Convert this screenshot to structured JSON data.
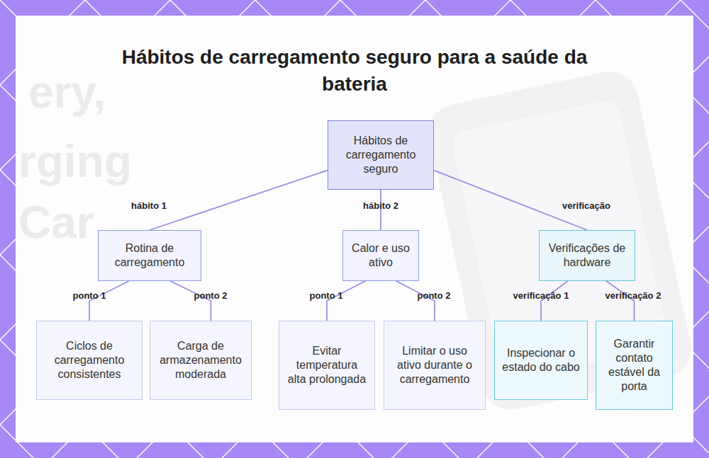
{
  "diagram": {
    "title": "Hábitos de carregamento seguro para a saúde da bateria",
    "nodes": [
      {
        "text": [
          "Hábitos de carregamento seguro"
        ]
      },
      {
        "text": [
          "Rotina de carregamento"
        ]
      },
      {
        "text": [
          "Calor e uso ativo"
        ]
      },
      {
        "text": [
          "Verificações de hardware"
        ]
      },
      {
        "text": [
          "Ciclos de carregamento consistentes"
        ]
      },
      {
        "text": [
          "Carga de armazenamento moderada"
        ]
      },
      {
        "text": [
          "Evitar temperatura alta prolongada"
        ]
      },
      {
        "text": [
          "Limitar o uso ativo durante o carregamento"
        ]
      },
      {
        "text": [
          "Inspecionar o estado do cabo"
        ]
      },
      {
        "text": [
          "Garantir contato estável da porta"
        ]
      }
    ],
    "edges": [
      {
        "from": 0,
        "to": 1,
        "label": "hábito 1",
        "arrow": "none"
      },
      {
        "from": 0,
        "to": 2,
        "label": "hábito 2",
        "arrow": "none"
      },
      {
        "from": 0,
        "to": 3,
        "label": "verificação",
        "arrow": "none"
      },
      {
        "from": 1,
        "to": 4,
        "label": "ponto 1",
        "arrow": "none"
      },
      {
        "from": 1,
        "to": 5,
        "label": "ponto 2",
        "arrow": "none"
      },
      {
        "from": 2,
        "to": 6,
        "label": "ponto 1",
        "arrow": "none"
      },
      {
        "from": 2,
        "to": 7,
        "label": "ponto 2",
        "arrow": "none"
      },
      {
        "from": 3,
        "to": 8,
        "label": "verificação 1",
        "arrow": "none"
      },
      {
        "from": 3,
        "to": 9,
        "label": "verificação 2",
        "arrow": "none"
      }
    ],
    "labels": [
      "ery,",
      "rging",
      "Car"
    ]
  }
}
